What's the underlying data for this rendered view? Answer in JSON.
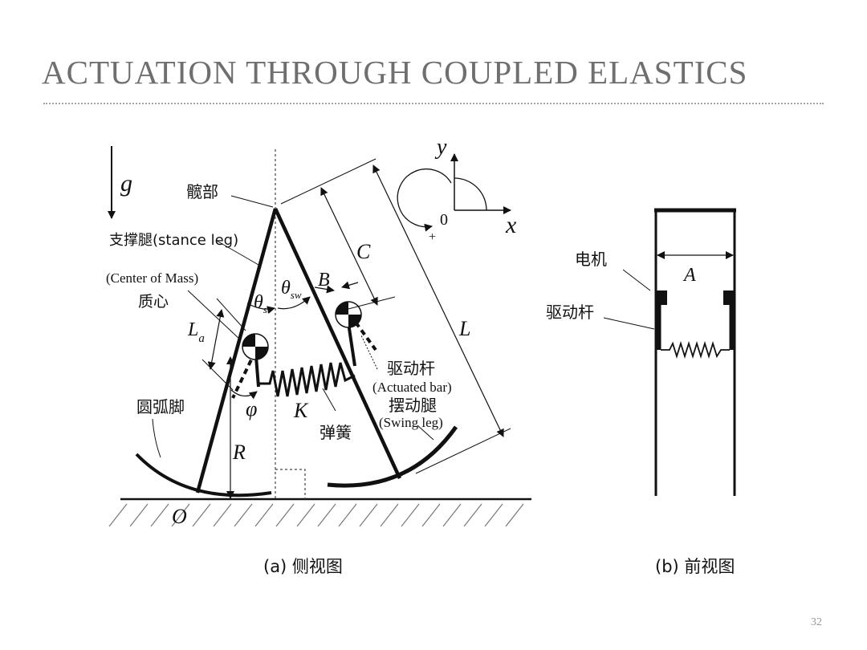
{
  "slide": {
    "title": "ACTUATION THROUGH COUPLED ELASTICS",
    "page_number": "32"
  },
  "side_view": {
    "gravity": "g",
    "hip": "髋部",
    "stance_leg": "支撑腿(stance leg)",
    "center_of_mass_en": "(Center of Mass)",
    "center_of_mass_cn": "质心",
    "la_base": "L",
    "la_sub": "a",
    "theta_st_base": "θ",
    "theta_st_sub": "st",
    "theta_sw_base": "θ",
    "theta_sw_sub": "sw",
    "b": "B",
    "c": "C",
    "l": "L",
    "k": "K",
    "r": "R",
    "o": "O",
    "phi": "φ",
    "arc_foot": "圆弧脚",
    "actuated_bar_cn": "驱动杆",
    "actuated_bar_en": "(Actuated bar)",
    "swing_leg_cn": "摆动腿",
    "swing_leg_en": "(Swing leg)",
    "spring": "弹簧",
    "axis_y": "y",
    "axis_x": "x",
    "origin": "0",
    "plus": "+",
    "caption": "(a) 侧视图"
  },
  "front_view": {
    "motor": "电机",
    "a": "A",
    "actuated_bar": "驱动杆",
    "caption": "(b) 前视图"
  }
}
